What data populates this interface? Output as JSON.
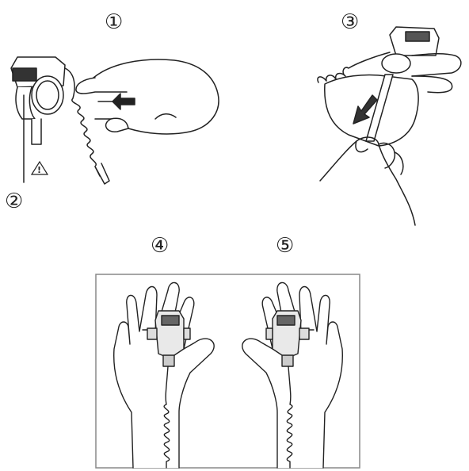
{
  "steps": {
    "step1": "①",
    "step2": "②",
    "step3": "③",
    "step4": "④",
    "step5": "⑤"
  },
  "warning_icon": {
    "icon": "warning-triangle-icon",
    "glyph": "!"
  },
  "colors": {
    "line": "#222222",
    "device": "#444444",
    "frame": "#888888"
  }
}
